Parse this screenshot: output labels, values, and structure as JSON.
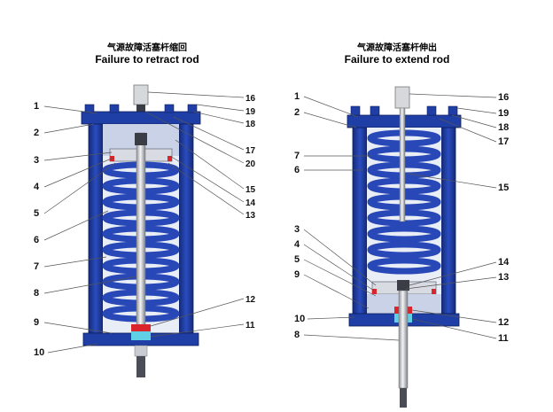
{
  "diagrams": [
    {
      "title_zh": "气源故障活塞杆缩回",
      "title_en": "Failure to retract rod",
      "left_labels": [
        "1",
        "2",
        "3",
        "4",
        "5",
        "6",
        "7",
        "8",
        "9",
        "10"
      ],
      "right_labels": [
        "16",
        "19",
        "18",
        "17",
        "20",
        "15",
        "14",
        "13",
        "12",
        "11"
      ]
    },
    {
      "title_zh": "气源故障活塞杆伸出",
      "title_en": "Failure to extend rod",
      "left_labels": [
        "1",
        "2",
        "7",
        "6",
        "3",
        "4",
        "5",
        "9",
        "10",
        "8"
      ],
      "right_labels": [
        "16",
        "19",
        "18",
        "17",
        "15",
        "14",
        "13",
        "12",
        "11"
      ]
    }
  ],
  "colors": {
    "body": "#1f3fa6",
    "body_dark": "#142a78",
    "spring": "#2848b8",
    "spring_hi": "#6f8ae0",
    "cavity": "#dde3f0",
    "rod": "#c9ccd2",
    "seal_red": "#d9252b",
    "seal_cyan": "#5fd0e6"
  }
}
